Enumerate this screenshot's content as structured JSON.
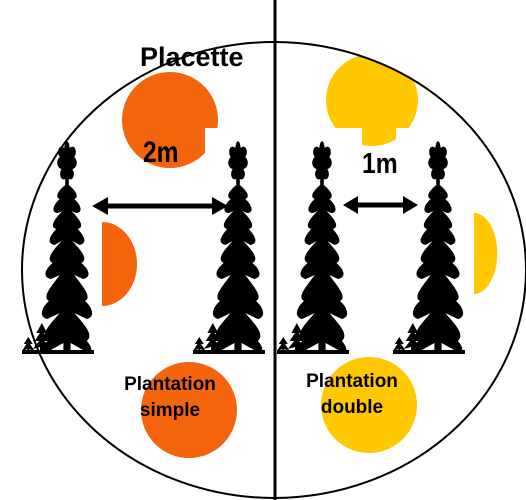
{
  "title": "Placette",
  "colors": {
    "simple": "#f4640c",
    "double": "#ffc800",
    "outline": "#000000"
  },
  "simple": {
    "distance_label": "2m",
    "caption_line1": "Plantation",
    "caption_line2": "simple"
  },
  "double": {
    "distance_label": "1m",
    "caption_line1": "Plantation",
    "caption_line2": "double"
  },
  "icons": [
    "conifer-tree-icon",
    "double-arrow-icon"
  ]
}
